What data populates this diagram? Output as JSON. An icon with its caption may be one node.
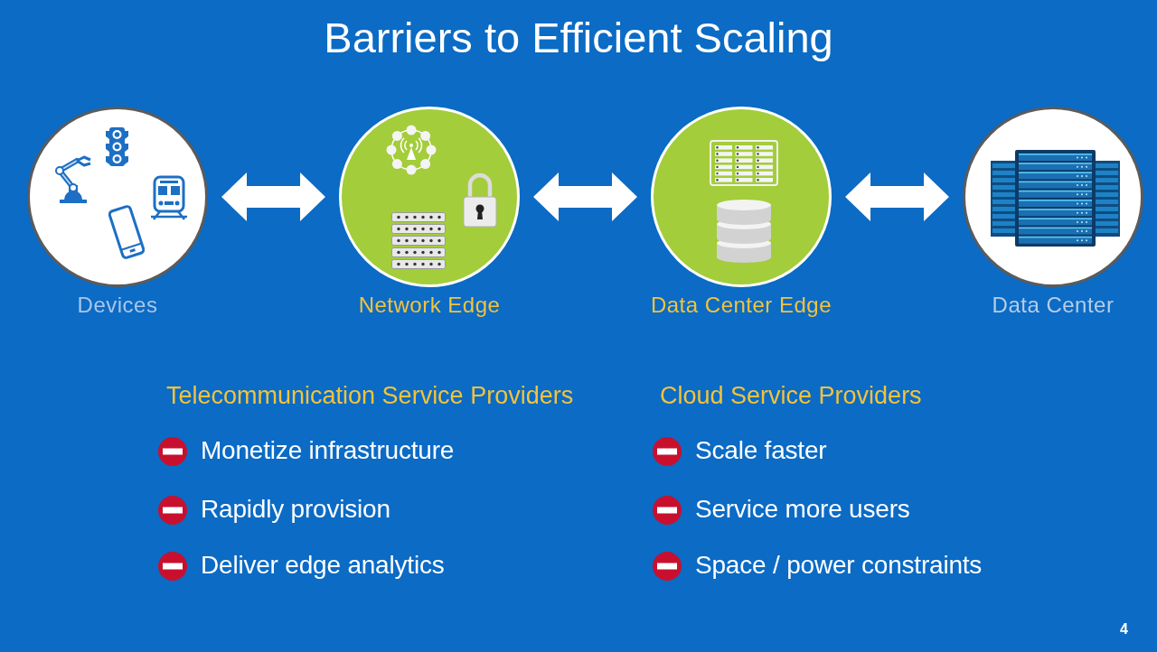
{
  "diagram": {
    "title": "Barriers to Efficient Scaling",
    "nodes": [
      {
        "text": [
          "Devices"
        ]
      },
      {
        "text": [
          "Network Edge"
        ]
      },
      {
        "text": [
          "Data Center Edge"
        ]
      },
      {
        "text": [
          "Data Center"
        ]
      }
    ],
    "edges": [
      {
        "from": 0,
        "to": 1,
        "arrow": "both"
      },
      {
        "from": 1,
        "to": 2,
        "arrow": "both"
      },
      {
        "from": 2,
        "to": 3,
        "arrow": "both"
      }
    ],
    "labels": [
      "Telecommunication Service Providers",
      "Monetize infrastructure",
      "Rapidly provision",
      "Deliver edge analytics",
      "Cloud Service Providers",
      "Scale faster",
      "Service more users",
      "Space / power constraints",
      "4"
    ]
  }
}
